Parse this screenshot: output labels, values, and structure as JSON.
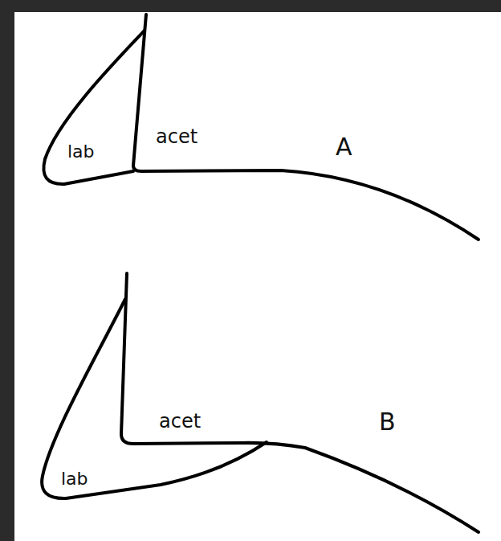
{
  "diagram": {
    "labels": [
      "lab",
      "acet",
      "A",
      "lab",
      "acet",
      "B"
    ]
  }
}
